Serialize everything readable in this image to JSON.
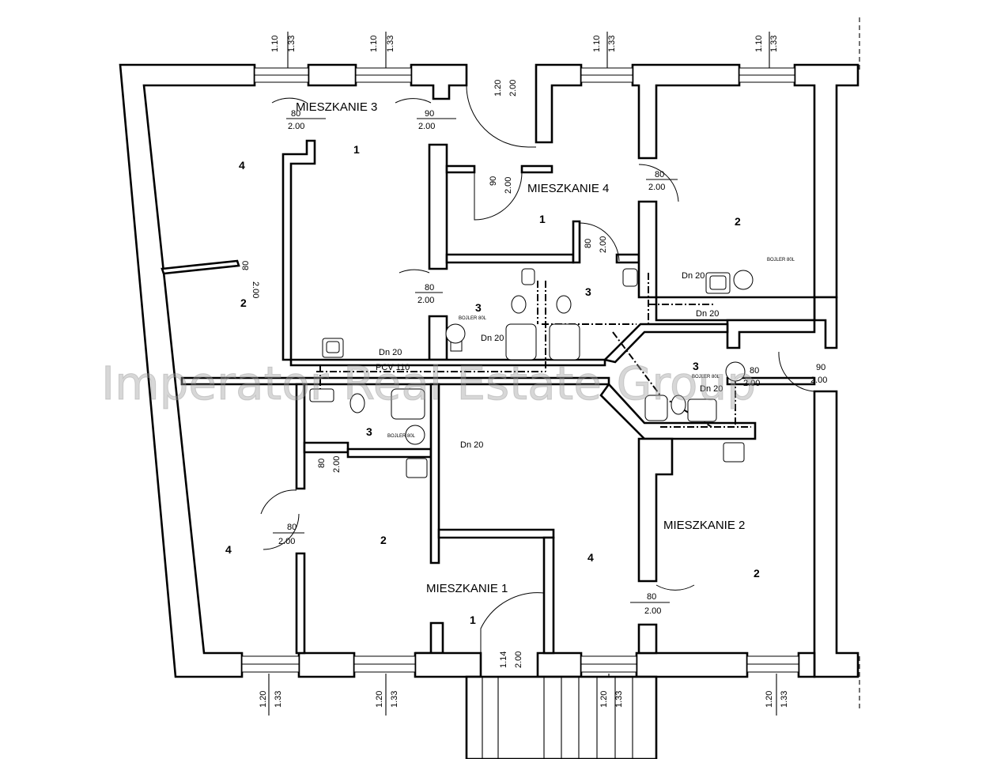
{
  "watermark": "Imperator Real Estate Group",
  "apartments": {
    "m1": "MIESZKANIE 1",
    "m2": "MIESZKANIE 2",
    "m3": "MIESZKANIE 3",
    "m4": "MIESZKANIE 4"
  },
  "room_numbers": {
    "m3_4": "4",
    "m3_1": "1",
    "m3_2": "2",
    "m3_3": "3",
    "m4_1": "1",
    "m4_2": "2",
    "m4_3": "3",
    "m2_3": "3",
    "m2_2": "2",
    "m2_4": "4",
    "m1_4": "4",
    "m1_2": "2",
    "m1_3": "3",
    "m1_1": "1"
  },
  "windows": {
    "top_a": [
      "1.10",
      "1.33"
    ],
    "top_b": [
      "1.10",
      "1.33"
    ],
    "top_c": [
      "1.10",
      "1.33"
    ],
    "top_d": [
      "1.10",
      "1.33"
    ],
    "entry": [
      "1.20",
      "2.00"
    ],
    "bot_a": [
      "1.20",
      "1.33"
    ],
    "bot_b": [
      "1.20",
      "1.33"
    ],
    "bot_c": [
      "1.20",
      "1.33"
    ],
    "bot_d": [
      "1.20",
      "1.33"
    ],
    "stair": [
      "1.14",
      "2.00"
    ]
  },
  "doors": {
    "d1": [
      "80",
      "2.00"
    ],
    "d2": [
      "90",
      "2.00"
    ],
    "d3": [
      "90",
      "2.00"
    ],
    "d4": [
      "80",
      "2.00"
    ],
    "d5": [
      "80",
      "2.00"
    ],
    "d6": [
      "80",
      "2.00"
    ],
    "d7": [
      "80",
      "2.00"
    ],
    "d8": [
      "90",
      "2.00"
    ],
    "d9": [
      "80",
      "2.00"
    ],
    "d10": [
      "80",
      "2.00"
    ],
    "d11": [
      "80",
      "2.00"
    ],
    "d12": [
      "80",
      "2.00"
    ]
  },
  "pipes": {
    "dn_a": "Dn 20",
    "dn_b": "Dn 20",
    "dn_c": "Dn 20",
    "dn_d": "Dn 20",
    "dn_e": "Dn 20",
    "dn_f": "Dn 20",
    "pcv": "PCV 110"
  },
  "boilers": {
    "b1": "BOJLER 80L",
    "b2": "BOJLER 80L",
    "b3": "BOJLER 80L",
    "b4": "BOJLER 80L"
  }
}
